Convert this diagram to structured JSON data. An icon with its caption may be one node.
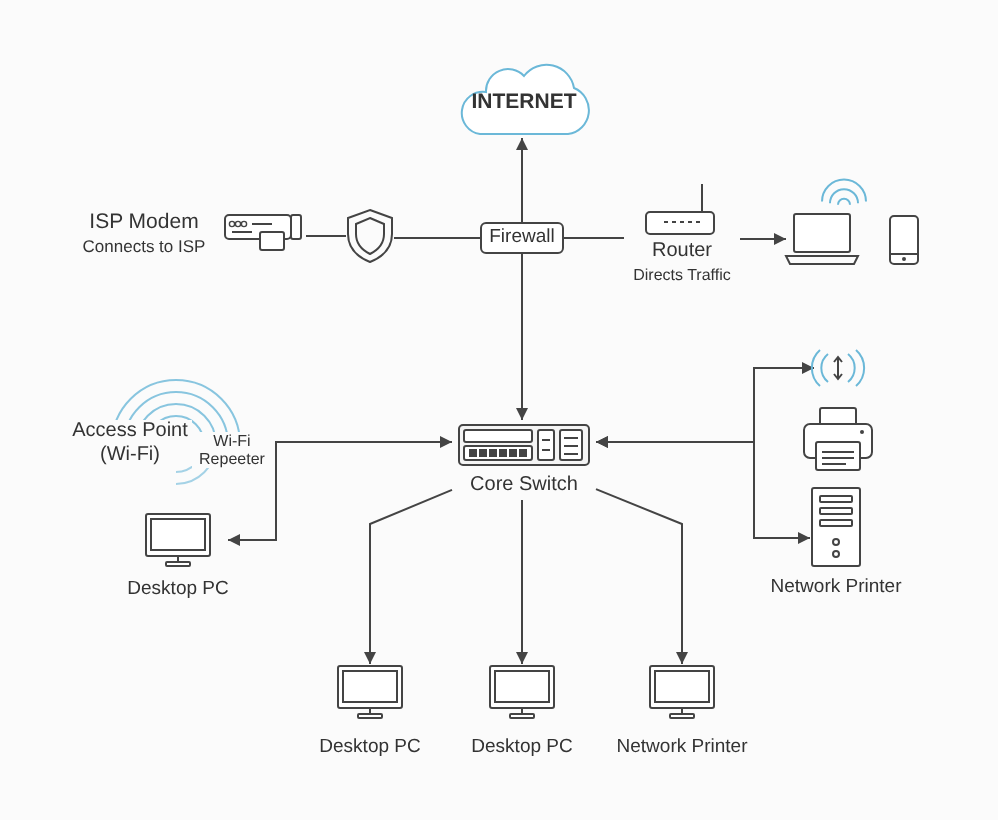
{
  "diagram": {
    "nodes": [
      {
        "text": [
          "INTERNET"
        ]
      },
      {
        "text": [
          "ISP Modem",
          "Connects to ISP"
        ]
      },
      {
        "text": [],
        "shape": "shield"
      },
      {
        "text": [
          "Firewall"
        ]
      },
      {
        "text": [
          "Router",
          "Directs Traffic"
        ]
      },
      {
        "text": [],
        "shape": "laptop"
      },
      {
        "text": [
          "Core Switch"
        ]
      },
      {
        "text": [
          "Access Point (Wi-Fi)",
          "Wi-Fi Repeeter"
        ]
      },
      {
        "text": [
          "Desktop PC"
        ]
      },
      {
        "text": [],
        "shape": "signal"
      },
      {
        "text": [],
        "shape": "printer"
      },
      {
        "text": [],
        "shape": "computer",
        "beside": [
          "Network Printer"
        ]
      },
      {
        "text": [
          "Desktop PC"
        ]
      },
      {
        "text": [
          "Desktop PC"
        ]
      },
      {
        "text": [
          "Network Printer"
        ]
      }
    ],
    "edges": [
      {
        "from": 1,
        "to": 2,
        "arrow": "none"
      },
      {
        "from": 2,
        "to": 3,
        "arrow": "none"
      },
      {
        "from": 3,
        "to": 0,
        "arrow": "to"
      },
      {
        "from": 3,
        "to": 4,
        "arrow": "none"
      },
      {
        "from": 4,
        "to": 5,
        "arrow": "to"
      },
      {
        "from": 3,
        "to": 6,
        "arrow": "to"
      },
      {
        "from": 6,
        "to": 8,
        "arrow": "both"
      },
      {
        "from": 6,
        "to": 9,
        "arrow": "both"
      },
      {
        "from": 6,
        "to": 11,
        "arrow": "both"
      },
      {
        "from": 6,
        "to": 12,
        "arrow": "to"
      },
      {
        "from": 6,
        "to": 13,
        "arrow": "to"
      },
      {
        "from": 6,
        "to": 14,
        "arrow": "to"
      }
    ]
  }
}
